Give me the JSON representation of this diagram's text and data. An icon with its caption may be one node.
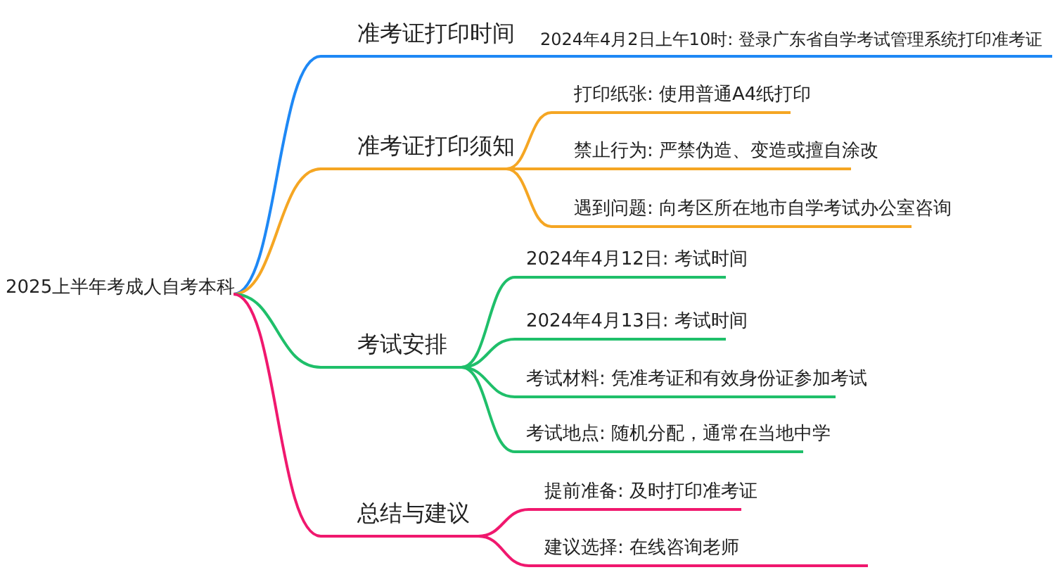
{
  "diagram": {
    "nodes": [
      {
        "text": [
          "2025上半年考成人自考本科"
        ]
      },
      {
        "text": [
          "准考证打印时间"
        ]
      },
      {
        "text": [
          "准考证打印须知"
        ]
      },
      {
        "text": [
          "考试安排"
        ]
      },
      {
        "text": [
          "总结与建议"
        ]
      },
      {
        "text": [
          "2024年4月2日上午10时: 登录广东省自学考试管理系统打印准考证"
        ]
      },
      {
        "text": [
          "打印纸张: 使用普通A4纸打印"
        ]
      },
      {
        "text": [
          "禁止行为: 严禁伪造、变造或擅自涂改"
        ]
      },
      {
        "text": [
          "遇到问题: 向考区所在地市自学考试办公室咨询"
        ]
      },
      {
        "text": [
          "2024年4月12日: 考试时间"
        ]
      },
      {
        "text": [
          "2024年4月13日: 考试时间"
        ]
      },
      {
        "text": [
          "考试材料: 凭准考证和有效身份证参加考试"
        ]
      },
      {
        "text": [
          "考试地点: 随机分配，通常在当地中学"
        ]
      },
      {
        "text": [
          "提前准备: 及时打印准考证"
        ]
      },
      {
        "text": [
          "建议选择: 在线咨询老师"
        ]
      }
    ],
    "edges": [
      {
        "from": 0,
        "to": 1,
        "arrow": "none",
        "color": "#1e88f5"
      },
      {
        "from": 0,
        "to": 2,
        "arrow": "none",
        "color": "#f5a623"
      },
      {
        "from": 0,
        "to": 3,
        "arrow": "none"
      },
      {
        "from": 0,
        "to": 4,
        "arrow": "none",
        "color": "#f0186e"
      },
      {
        "from": 1,
        "to": 5,
        "arrow": "none",
        "color": "#1e88f5"
      },
      {
        "from": 2,
        "to": 6,
        "arrow": "none",
        "color": "#f5a623"
      },
      {
        "from": 2,
        "to": 7,
        "arrow": "none",
        "color": "#f5a623"
      },
      {
        "from": 2,
        "to": 8,
        "arrow": "none",
        "color": "#f5a623"
      },
      {
        "from": 3,
        "to": 9,
        "arrow": "none"
      },
      {
        "from": 3,
        "to": 10,
        "arrow": "none"
      },
      {
        "from": 3,
        "to": 11,
        "arrow": "none"
      },
      {
        "from": 3,
        "to": 12,
        "arrow": "none"
      },
      {
        "from": 4,
        "to": 13,
        "arrow": "none",
        "color": "#f0186e"
      },
      {
        "from": 4,
        "to": 14,
        "arrow": "none",
        "color": "#f0186e"
      }
    ]
  }
}
